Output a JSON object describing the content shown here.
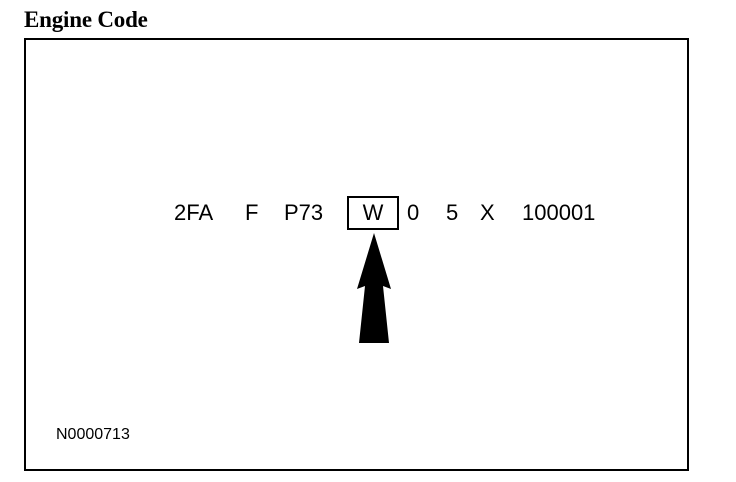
{
  "title": "Engine Code",
  "code": {
    "seg1": "2FA",
    "seg2": "F",
    "seg3": "P73",
    "seg_highlight": "W",
    "seg5": "0",
    "seg6": "5",
    "seg7": "X",
    "seg8": "100001"
  },
  "reference_id": "N0000713",
  "arrow_icon": "arrow-up-icon"
}
